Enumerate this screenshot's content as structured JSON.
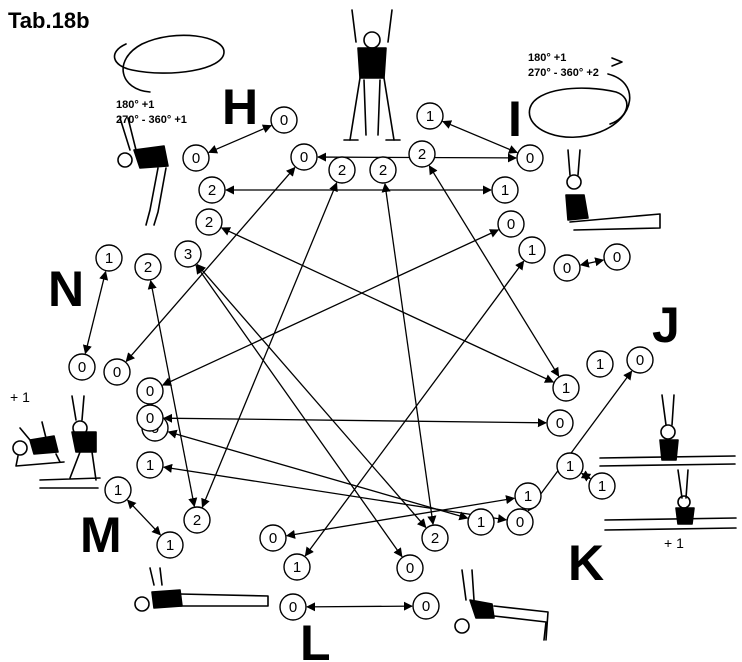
{
  "title": "Tab.18b",
  "positions": [
    {
      "letter": "H",
      "rotation_note": [
        "180° +1",
        "270° - 360° +1"
      ]
    },
    {
      "letter": "I",
      "rotation_note": [
        "180° +1",
        "270° - 360° +2"
      ]
    },
    {
      "letter": "J"
    },
    {
      "letter": "K",
      "bonus": "+ 1"
    },
    {
      "letter": "L"
    },
    {
      "letter": "M"
    },
    {
      "letter": "N",
      "bonus": "+ 1"
    }
  ],
  "nodes": [
    {
      "id": "h1",
      "value": "0"
    },
    {
      "id": "h2",
      "value": "0"
    },
    {
      "id": "h3",
      "value": "2"
    },
    {
      "id": "h4",
      "value": "2"
    },
    {
      "id": "h5",
      "value": "3"
    },
    {
      "id": "top1",
      "value": "0"
    },
    {
      "id": "top2",
      "value": "2"
    },
    {
      "id": "top3",
      "value": "2"
    },
    {
      "id": "i1",
      "value": "1"
    },
    {
      "id": "i2",
      "value": "2"
    },
    {
      "id": "i3",
      "value": "0"
    },
    {
      "id": "i4",
      "value": "1"
    },
    {
      "id": "i5",
      "value": "0"
    },
    {
      "id": "i6",
      "value": "1"
    },
    {
      "id": "j1",
      "value": "0"
    },
    {
      "id": "j2",
      "value": "0"
    },
    {
      "id": "j3",
      "value": "0"
    },
    {
      "id": "j4",
      "value": "1"
    },
    {
      "id": "r1",
      "value": "1"
    },
    {
      "id": "r2",
      "value": "0"
    },
    {
      "id": "k1",
      "value": "1"
    },
    {
      "id": "k2",
      "value": "1"
    },
    {
      "id": "k3",
      "value": "1"
    },
    {
      "id": "k4",
      "value": "0"
    },
    {
      "id": "k5",
      "value": "1"
    },
    {
      "id": "k6",
      "value": "2"
    },
    {
      "id": "l1",
      "value": "1"
    },
    {
      "id": "l2",
      "value": "0"
    },
    {
      "id": "l3",
      "value": "0"
    },
    {
      "id": "l4",
      "value": "0"
    },
    {
      "id": "l5",
      "value": "0"
    },
    {
      "id": "m1",
      "value": "1"
    },
    {
      "id": "m2",
      "value": "1"
    },
    {
      "id": "m3",
      "value": "2"
    },
    {
      "id": "m4",
      "value": "1"
    },
    {
      "id": "m5",
      "value": "0"
    },
    {
      "id": "n1",
      "value": "1"
    },
    {
      "id": "n2",
      "value": "2"
    },
    {
      "id": "n3",
      "value": "0"
    },
    {
      "id": "n4",
      "value": "0"
    },
    {
      "id": "n5",
      "value": "0"
    },
    {
      "id": "n6",
      "value": "0"
    }
  ],
  "edges": [
    [
      "h2",
      "h1"
    ],
    [
      "i1",
      "i3"
    ],
    [
      "j1",
      "j2"
    ],
    [
      "k1",
      "k2"
    ],
    [
      "l3",
      "l4"
    ],
    [
      "m1",
      "m2"
    ],
    [
      "n1",
      "n3"
    ],
    [
      "h3",
      "i4"
    ],
    [
      "h4",
      "r1"
    ],
    [
      "h5",
      "l2"
    ],
    [
      "top1",
      "n4"
    ],
    [
      "top2",
      "m3"
    ],
    [
      "top3",
      "k6"
    ],
    [
      "i2",
      "r1"
    ],
    [
      "i3",
      "top1"
    ],
    [
      "i5",
      "n5"
    ],
    [
      "i6",
      "l1"
    ],
    [
      "j3",
      "k4"
    ],
    [
      "n2",
      "m3"
    ],
    [
      "n6",
      "r2"
    ],
    [
      "k3",
      "l5"
    ],
    [
      "k6",
      "h5"
    ],
    [
      "k5",
      "m5"
    ],
    [
      "m4",
      "k4"
    ]
  ]
}
